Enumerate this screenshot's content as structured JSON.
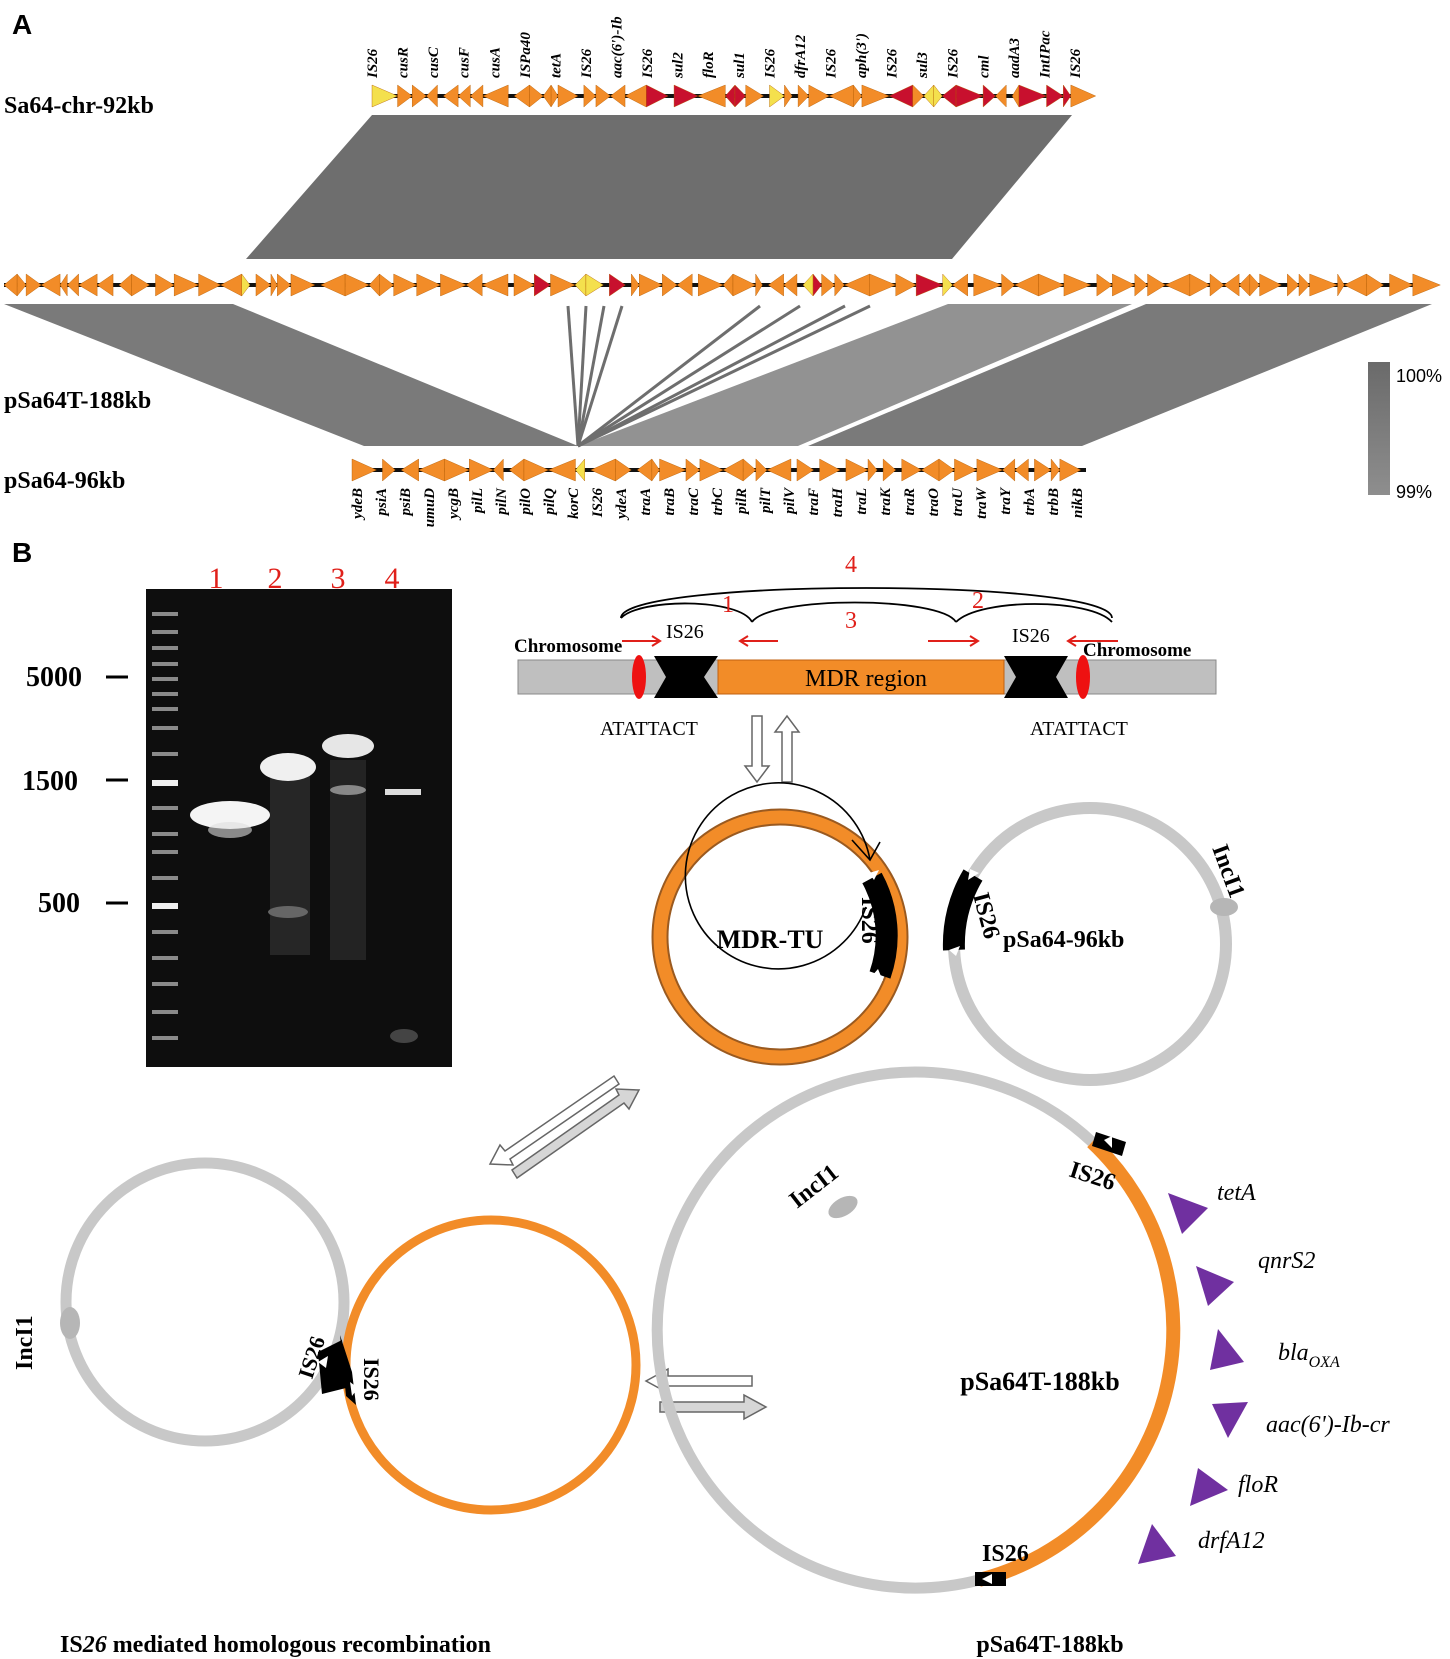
{
  "panel_a": {
    "label": "A",
    "tracks": {
      "chr": "Sa64-chr-92kb",
      "p188": "pSa64T-188kb",
      "p96": "pSa64-96kb"
    },
    "top_genes": [
      "IS26",
      "cusR",
      "cusC",
      "cusF",
      "cusA",
      "ISPa40",
      "tetA",
      "IS26",
      "aac(6')-Ib",
      "IS26",
      "sul2",
      "floR",
      "sul1",
      "IS26",
      "dfrA12",
      "IS26",
      "aph(3')",
      "IS26",
      "sul3",
      "IS26",
      "cml",
      "aadA3",
      "IntIPac",
      "IS26"
    ],
    "bottom_genes": [
      "ydeB",
      "psiA",
      "psiB",
      "umuD",
      "ycgB",
      "pilL",
      "pilN",
      "pilO",
      "pilQ",
      "korC",
      "IS26",
      "ydeA",
      "traA",
      "traB",
      "traC",
      "trbC",
      "pilR",
      "pilT",
      "pilV",
      "traF",
      "traH",
      "traL",
      "traK",
      "traR",
      "traO",
      "traU",
      "traW",
      "traY",
      "trbA",
      "trbB",
      "nikB"
    ],
    "identity_scale": {
      "max": "100%",
      "min": "99%"
    }
  },
  "panel_b": {
    "label": "B",
    "gel": {
      "lanes": [
        "1",
        "2",
        "3",
        "4"
      ],
      "markers": [
        "5000",
        "1500",
        "500"
      ]
    },
    "schematic": {
      "numbers": [
        "4",
        "1",
        "3",
        "2"
      ],
      "chromosome_left": "Chromosome",
      "chromosome_right": "Chromosome",
      "is_left": "IS26",
      "is_right": "IS26",
      "mdr": "MDR region",
      "site_left": "ATATTACT",
      "site_right": "ATATTACT"
    },
    "circles": {
      "mdr_tu": "MDR-TU",
      "mdr_tu_is": "IS26",
      "p96": "pSa64-96kb",
      "p96_is": "IS26",
      "p96_inc": "IncI1"
    },
    "bottom_left": {
      "inc": "IncI1",
      "is_a": "IS26",
      "is_b": "IS26",
      "caption_pre": "IS",
      "caption_num": "26",
      "caption_post": " mediated homologous recombination"
    },
    "bottom_right": {
      "inc": "IncI1",
      "is_top": "IS26",
      "is_bottom": "IS26",
      "center": "pSa64T-188kb",
      "caption": "pSa64T-188kb",
      "genes": [
        "tetA",
        "qnrS2",
        "bla",
        "aac(6')-Ib-cr",
        "floR",
        "drfA12"
      ],
      "bla_sub": "OXA"
    }
  },
  "colors": {
    "orange": "#f28c28",
    "red": "#c8102e",
    "yellow": "#f4e04d",
    "gray_band": "#6e6e6e",
    "light_gray": "#c8c8c8",
    "purple": "#7030a0",
    "annot_red": "#e0201a"
  }
}
